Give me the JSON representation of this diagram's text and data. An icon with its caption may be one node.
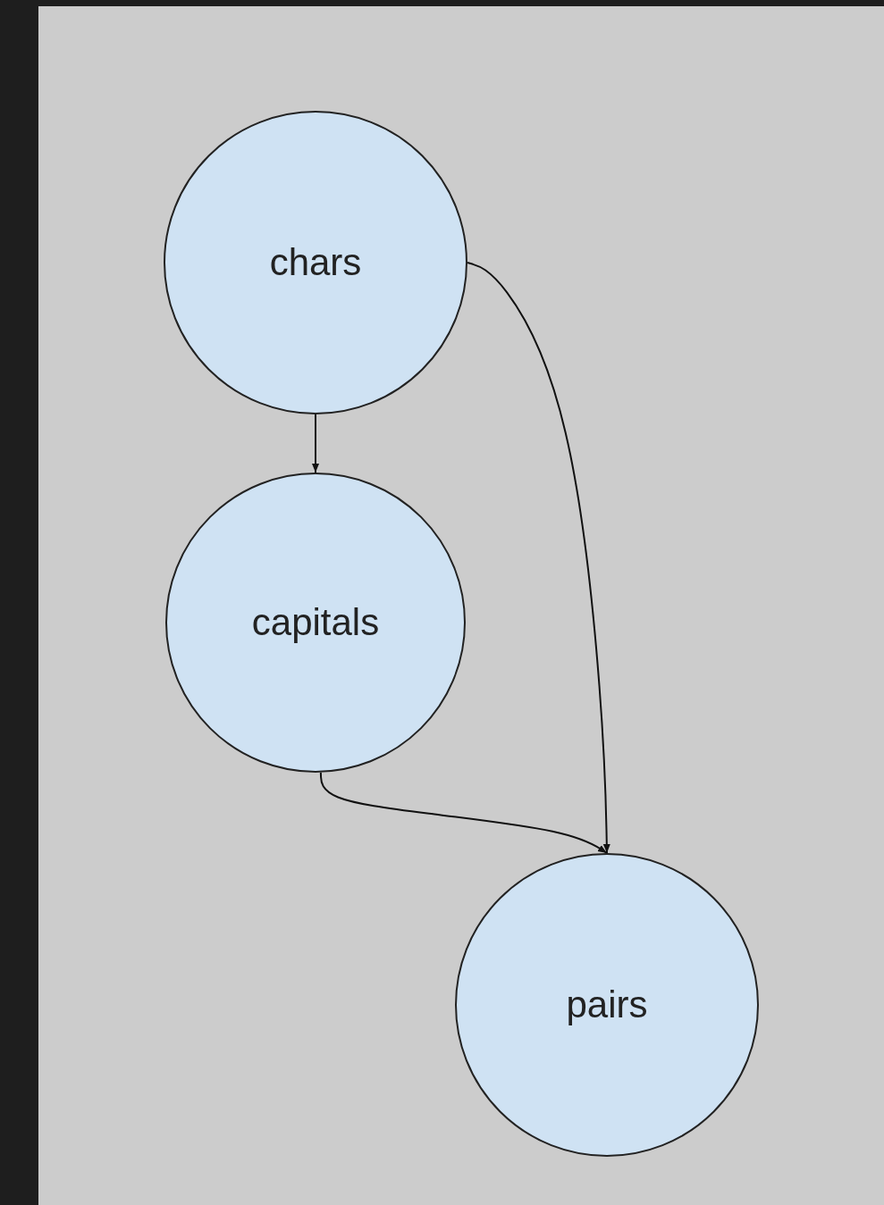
{
  "diagram": {
    "nodes": [
      {
        "text": [
          "chars"
        ]
      },
      {
        "text": [
          "capitals"
        ]
      },
      {
        "text": [
          "pairs"
        ]
      }
    ],
    "edges": [
      {
        "from": 0,
        "to": 1,
        "arrow": "to"
      },
      {
        "from": 0,
        "to": 2,
        "arrow": "to"
      },
      {
        "from": 1,
        "to": 2,
        "arrow": "to"
      }
    ]
  }
}
